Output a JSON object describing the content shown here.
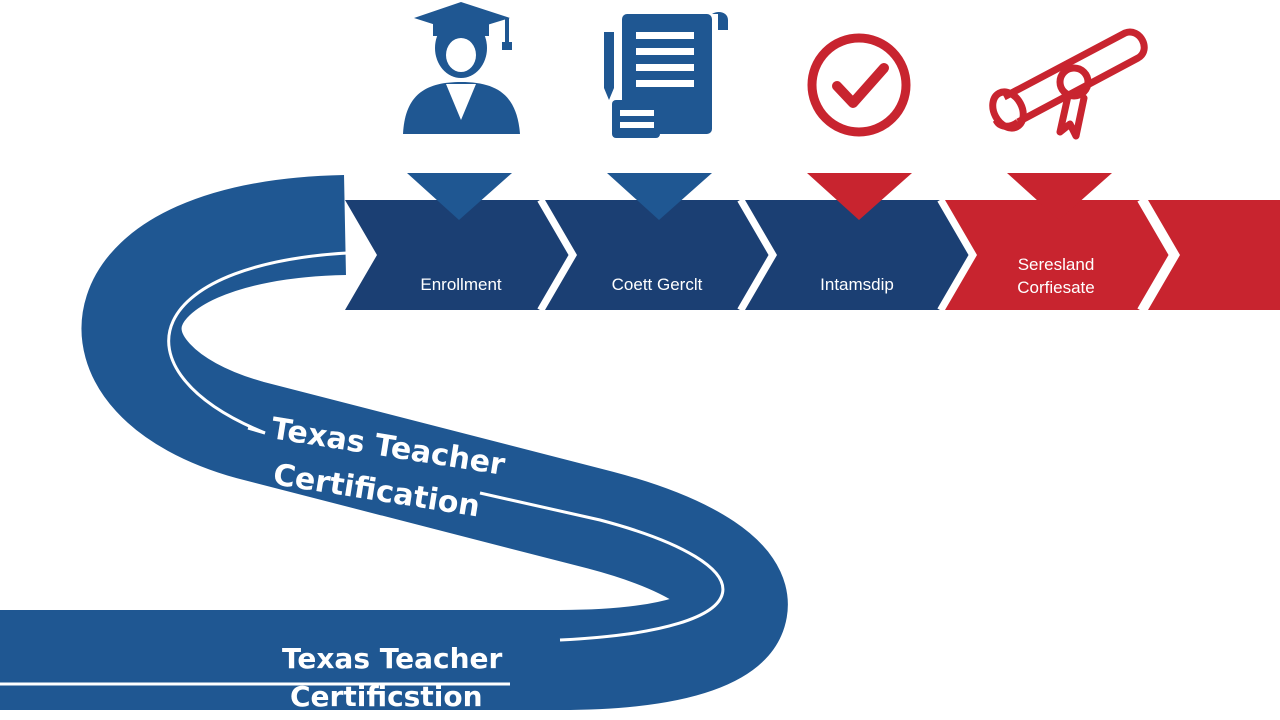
{
  "colors": {
    "blue": "#1f5792",
    "dark_blue": "#1b3f73",
    "red": "#c8242f",
    "line": "#ffffff"
  },
  "icons": [
    {
      "name": "graduate-icon",
      "color": "blue"
    },
    {
      "name": "document-scroll-icon",
      "color": "blue"
    },
    {
      "name": "checkmark-circle-icon",
      "color": "red"
    },
    {
      "name": "diploma-icon",
      "color": "red"
    }
  ],
  "steps": [
    {
      "label": "Enrollment",
      "color": "dark_blue"
    },
    {
      "label": "Coett Gerclt",
      "color": "dark_blue"
    },
    {
      "label": "Intamsdip",
      "color": "dark_blue"
    },
    {
      "label_line1": "Seresland",
      "label_line2": "Corfiesate",
      "color": "red"
    }
  ],
  "road_labels": {
    "upper_line1": "Texas Teacher",
    "upper_line2": "Certification",
    "lower_line1": "Texas Teacher",
    "lower_line2": "Certificstion"
  }
}
